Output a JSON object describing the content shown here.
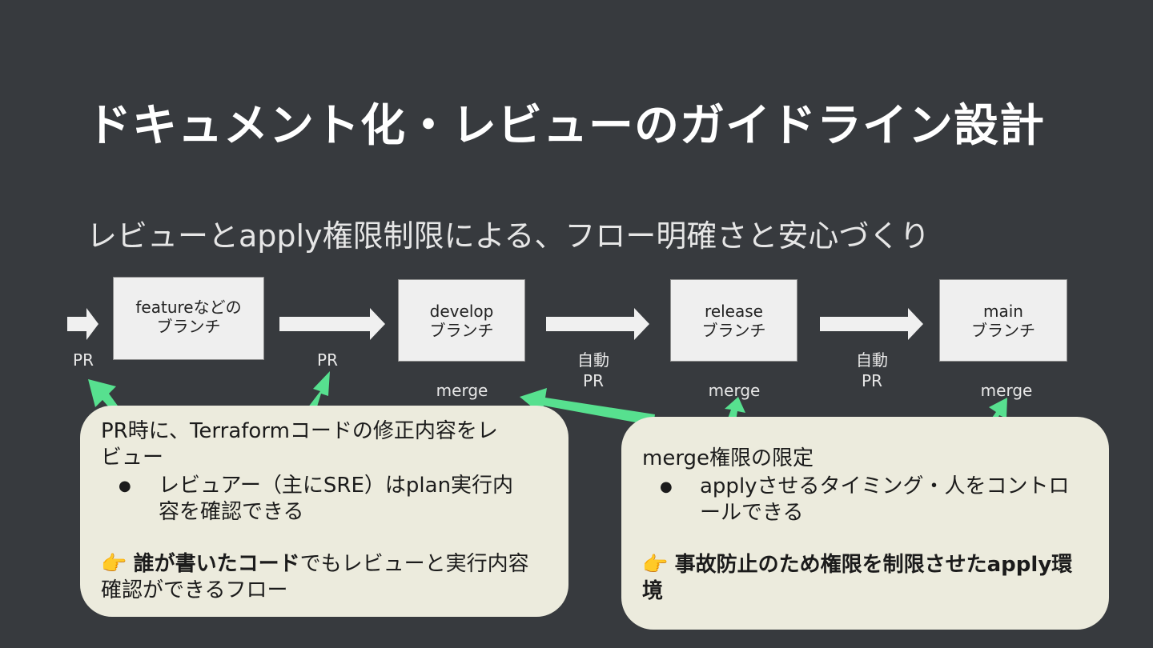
{
  "title": "ドキュメント化・レビューのガイドライン設計",
  "subtitle": "レビューとapply権限制限による、フロー明確さと安心づくり",
  "branches": {
    "feature": {
      "line1": "featureなどの",
      "line2": "ブランチ"
    },
    "develop": {
      "line1": "develop",
      "line2": "ブランチ"
    },
    "release": {
      "line1": "release",
      "line2": "ブランチ"
    },
    "main": {
      "line1": "main",
      "line2": "ブランチ"
    }
  },
  "labels": {
    "pr_left": "PR",
    "pr_middle": "PR",
    "auto_pr_1": {
      "line1": "自動",
      "line2": "PR"
    },
    "auto_pr_2": {
      "line1": "自動",
      "line2": "PR"
    },
    "merge_develop": "merge",
    "merge_release": "merge",
    "merge_main": "merge"
  },
  "note_left": {
    "head_line1": "PR時に、Terraformコードの修正内容をレ",
    "head_line2": "ビュー",
    "bullet": "レビュアー（主にSRE）はplan実行内容を確認できる",
    "tip_emoji": "👉",
    "tip_bold": "誰が書いたコード",
    "tip_rest": "でもレビューと実行内容確認ができるフロー"
  },
  "note_right": {
    "head": "merge権限の限定",
    "bullet": "applyさせるタイミング・人をコントロールできる",
    "tip_emoji": "👉",
    "tip_bold": "事故防止のため権限を制限させたapply環境"
  },
  "colors": {
    "background": "#373a3e",
    "box": "#efefef",
    "note": "#ecebdd",
    "accent_arrow": "#57e08f",
    "flow_arrow": "#f0f0f0"
  }
}
